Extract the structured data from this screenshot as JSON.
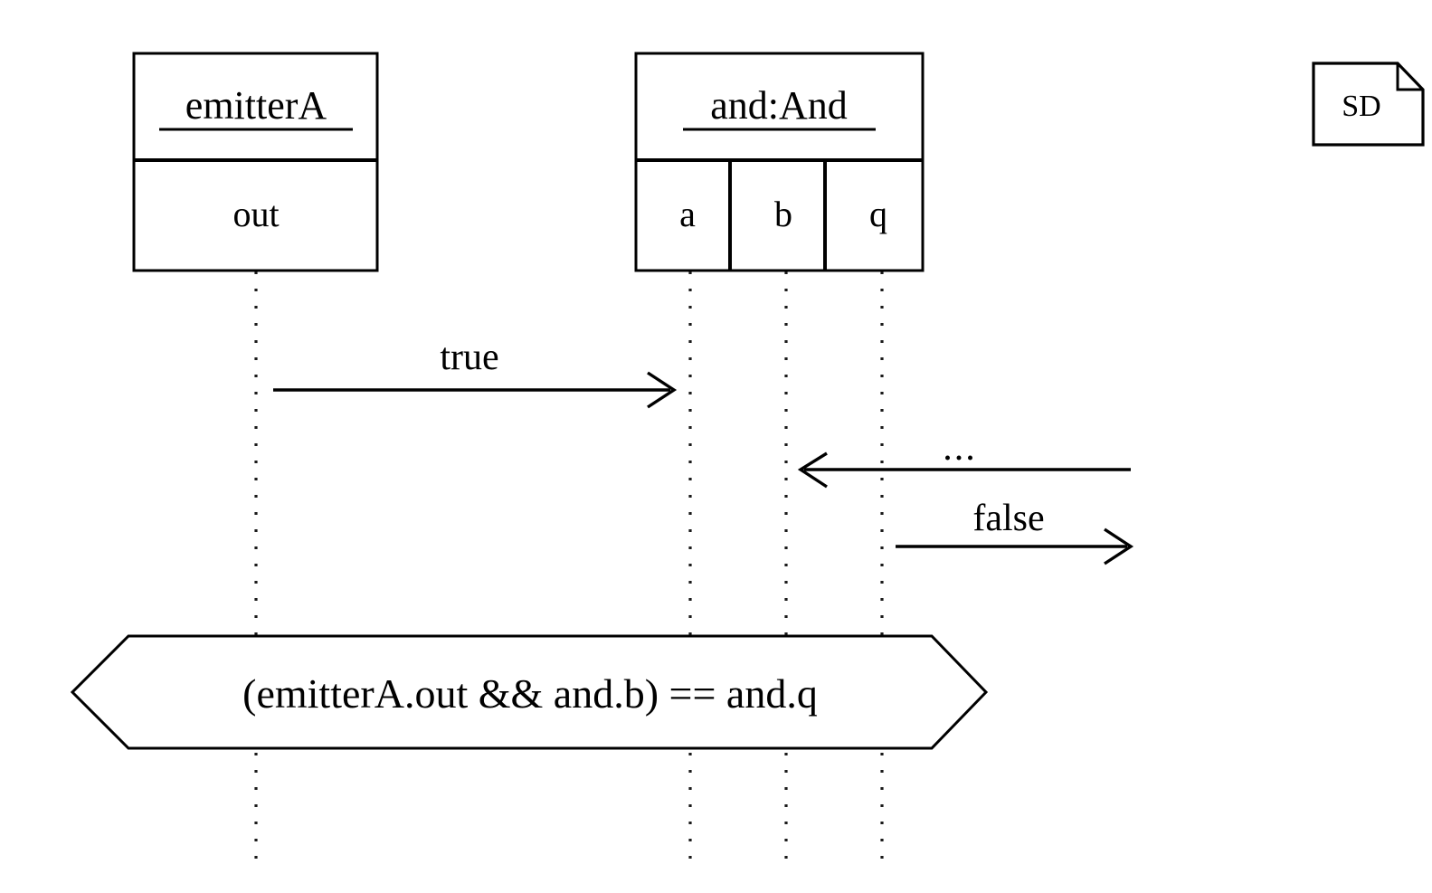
{
  "diagram": {
    "kind": "uml-sequence-diagram",
    "frame_label": "SD",
    "lifelines": [
      {
        "id": "emitterA",
        "header_name": "emitterA",
        "header_underlined": true,
        "ports": [
          "out"
        ]
      },
      {
        "id": "and",
        "header_name": "and:And",
        "header_underlined": true,
        "ports": [
          "a",
          "b",
          "q"
        ]
      }
    ],
    "messages": [
      {
        "label": "true",
        "from": "emitterA.out",
        "to": "and.a",
        "direction": "right"
      },
      {
        "label": "...",
        "from": "environment",
        "to": "and.b",
        "direction": "left"
      },
      {
        "label": "false",
        "from": "and.q",
        "to": "environment",
        "direction": "right"
      }
    ],
    "constraint": {
      "text": "(emitterA.out && and.b) == and.q",
      "shape": "hexagon"
    },
    "colors": {
      "stroke": "#000000",
      "background": "#ffffff"
    }
  }
}
